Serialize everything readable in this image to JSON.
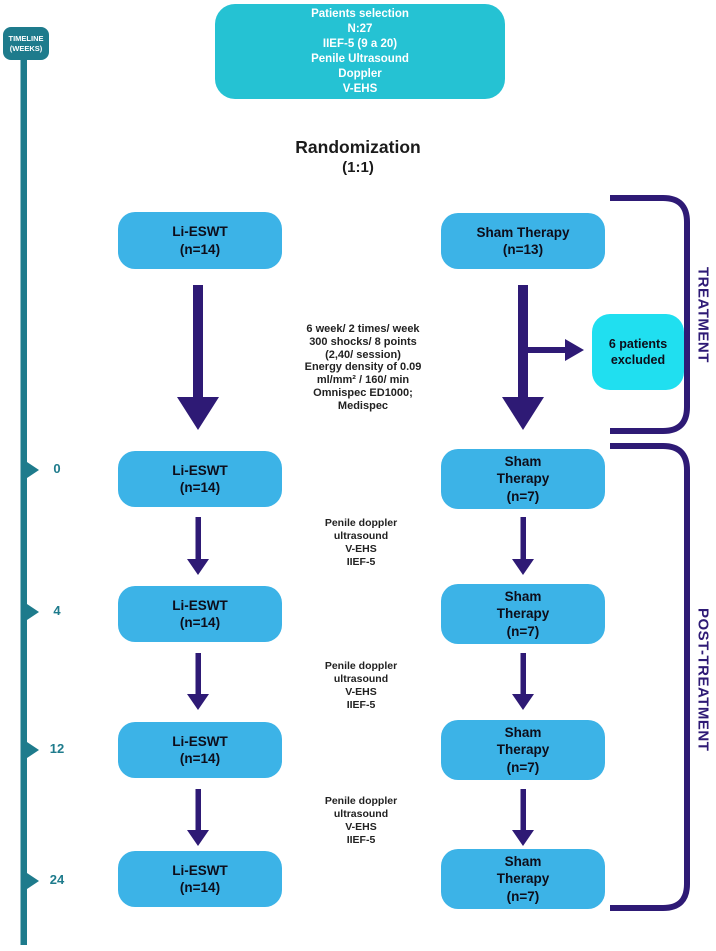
{
  "colors": {
    "teal": "#1e7b8c",
    "turquoise": "#25c2d3",
    "cyan": "#20dff0",
    "blue": "#3cb3e7",
    "indigo": "#2e1a75"
  },
  "timeline": {
    "badge": {
      "line1": "TIMELINE",
      "line2": "(WEEKS)"
    },
    "markers": [
      {
        "label": "0"
      },
      {
        "label": "4"
      },
      {
        "label": "12"
      },
      {
        "label": "24"
      }
    ]
  },
  "selection_box": {
    "lines": [
      "Patients selection",
      "N:27",
      "IIEF-5 (9 a 20)",
      "Penile Ultrasound",
      "Doppler",
      "V-EHS"
    ]
  },
  "randomization": {
    "title": "Randomization",
    "ratio": "(1:1)"
  },
  "treatment": {
    "bracket_label": "TREATMENT",
    "li_box": {
      "lines": [
        "Li-ESWT",
        "(n=14)"
      ]
    },
    "sham_box": {
      "lines": [
        "Sham Therapy",
        "(n=13)"
      ]
    },
    "protocol": {
      "lines": [
        "6 week/ 2 times/ week",
        "300 shocks/ 8 points",
        "(2,40/ session)",
        "Energy density of 0.09",
        "ml/mm² / 160/ min",
        "Omnispec ED1000;",
        "Medispec"
      ]
    },
    "excluded_box": {
      "lines": [
        "6 patients",
        "excluded"
      ]
    }
  },
  "post_treatment": {
    "bracket_label": "POST-TREATMENT",
    "assessment": {
      "lines": [
        "Penile doppler",
        "ultrasound",
        "V-EHS",
        "IIEF-5"
      ]
    },
    "rows": [
      {
        "li": [
          "Li-ESWT",
          "(n=14)"
        ],
        "sham": [
          "Sham",
          "Therapy",
          "(n=7)"
        ]
      },
      {
        "li": [
          "Li-ESWT",
          "(n=14)"
        ],
        "sham": [
          "Sham",
          "Therapy",
          "(n=7)"
        ]
      },
      {
        "li": [
          "Li-ESWT",
          "(n=14)"
        ],
        "sham": [
          "Sham",
          "Therapy",
          "(n=7)"
        ]
      },
      {
        "li": [
          "Li-ESWT",
          "(n=14)"
        ],
        "sham": [
          "Sham",
          "Therapy",
          "(n=7)"
        ]
      }
    ]
  }
}
